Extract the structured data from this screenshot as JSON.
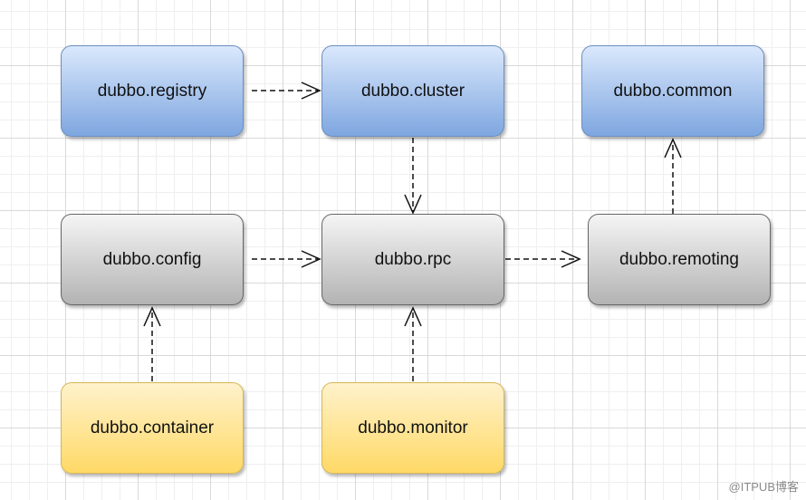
{
  "nodes": [
    {
      "id": "registry",
      "label": "dubbo.registry",
      "group": "blue"
    },
    {
      "id": "cluster",
      "label": "dubbo.cluster",
      "group": "blue"
    },
    {
      "id": "common",
      "label": "dubbo.common",
      "group": "blue"
    },
    {
      "id": "config",
      "label": "dubbo.config",
      "group": "gray"
    },
    {
      "id": "rpc",
      "label": "dubbo.rpc",
      "group": "gray"
    },
    {
      "id": "remoting",
      "label": "dubbo.remoting",
      "group": "gray"
    },
    {
      "id": "container",
      "label": "dubbo.container",
      "group": "yellow"
    },
    {
      "id": "monitor",
      "label": "dubbo.monitor",
      "group": "yellow"
    }
  ],
  "edges": [
    {
      "from": "registry",
      "to": "cluster",
      "style": "dashed"
    },
    {
      "from": "cluster",
      "to": "rpc",
      "style": "dashed"
    },
    {
      "from": "config",
      "to": "rpc",
      "style": "dashed"
    },
    {
      "from": "rpc",
      "to": "remoting",
      "style": "dashed"
    },
    {
      "from": "remoting",
      "to": "common",
      "style": "dashed"
    },
    {
      "from": "container",
      "to": "config",
      "style": "dashed"
    },
    {
      "from": "monitor",
      "to": "rpc",
      "style": "dashed"
    }
  ],
  "colors": {
    "blue_fill_top": "#dae8fc",
    "blue_fill_bottom": "#7ea6e0",
    "blue_stroke": "#6c8ebf",
    "gray_fill_top": "#f5f5f5",
    "gray_fill_bottom": "#b3b3b3",
    "gray_stroke": "#666666",
    "yellow_fill_top": "#fff2cc",
    "yellow_fill_bottom": "#ffd966",
    "yellow_stroke": "#d6b656",
    "edge": "#111111"
  },
  "watermark": "@ITPUB博客"
}
